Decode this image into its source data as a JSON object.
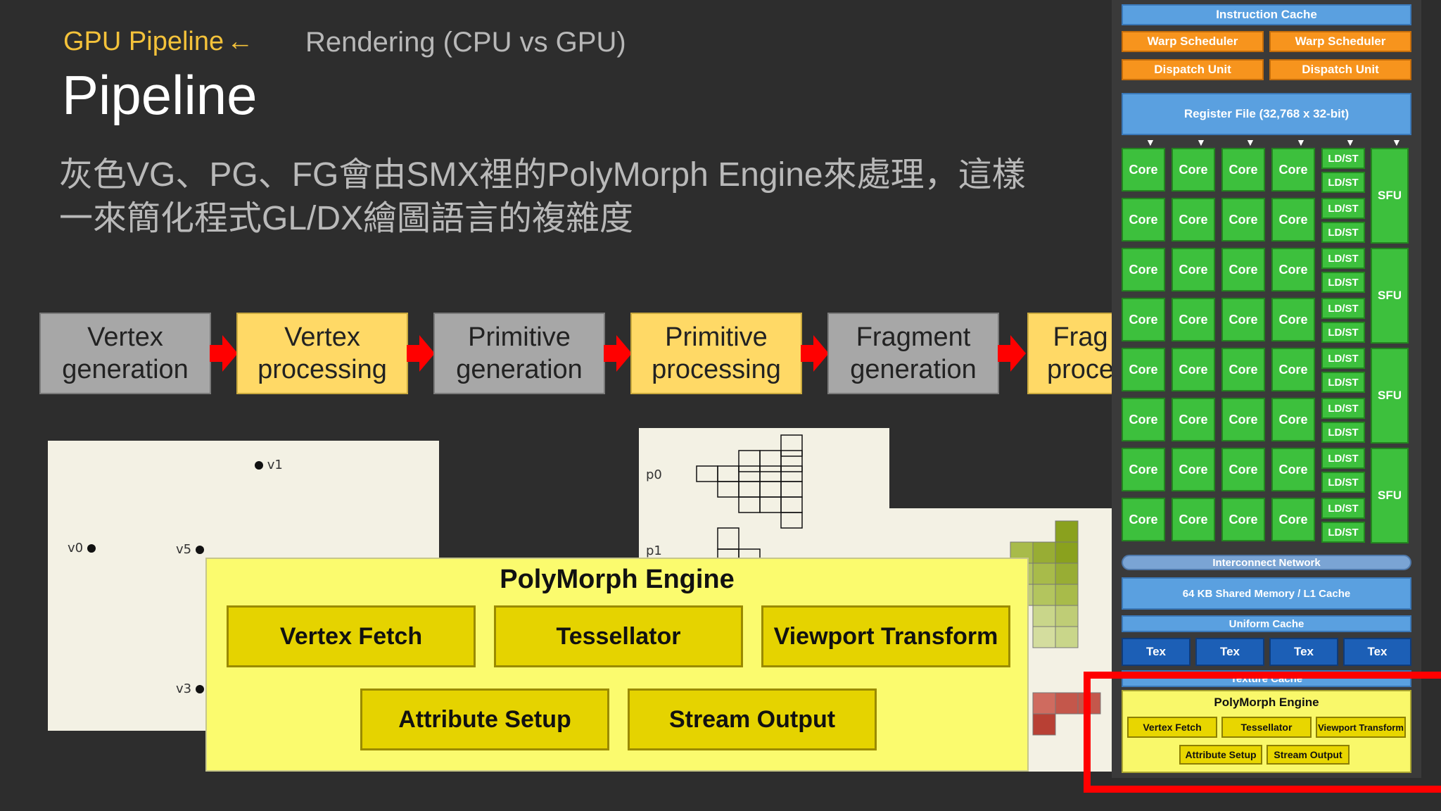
{
  "header": {
    "kicker": "GPU Pipeline",
    "kicker_arrow": "←",
    "subtitle": "Rendering (CPU vs GPU)",
    "title": "Pipeline"
  },
  "description": {
    "line1": "灰色VG、PG、FG會由SMX裡的PolyMorph Engine來處理，這樣",
    "line2": "一來簡化程式GL/DX繪圖語言的複雜度"
  },
  "pipeline": [
    {
      "line1": "Vertex",
      "line2": "generation",
      "style": "gray"
    },
    {
      "line1": "Vertex",
      "line2": "processing",
      "style": "yellow"
    },
    {
      "line1": "Primitive",
      "line2": "generation",
      "style": "gray"
    },
    {
      "line1": "Primitive",
      "line2": "processing",
      "style": "yellow"
    },
    {
      "line1": "Fragment",
      "line2": "generation",
      "style": "gray"
    },
    {
      "line1": "Frag",
      "line2": "proce",
      "style": "yellow"
    }
  ],
  "vertex_panel": {
    "v1": "v1",
    "v0": "v0",
    "v5": "v5",
    "v3": "v3"
  },
  "pixel_panel": {
    "p0": "p0",
    "p1": "p1"
  },
  "polymorph": {
    "title": "PolyMorph Engine",
    "vertex_fetch": "Vertex Fetch",
    "tessellator": "Tessellator",
    "viewport_transform": "Viewport Transform",
    "attribute_setup": "Attribute Setup",
    "stream_output": "Stream Output"
  },
  "smx": {
    "instruction_cache": "Instruction Cache",
    "warp_scheduler_1": "Warp Scheduler",
    "warp_scheduler_2": "Warp Scheduler",
    "dispatch_unit_1": "Dispatch Unit",
    "dispatch_unit_2": "Dispatch Unit",
    "register_file": "Register File (32,768 x 32-bit)",
    "core_label": "Core",
    "ldst_label": "LD/ST",
    "sfu_label": "SFU",
    "interconnect": "Interconnect Network",
    "shared_memory": "64 KB Shared Memory / L1 Cache",
    "uniform_cache": "Uniform Cache",
    "tex": [
      "Tex",
      "Tex",
      "Tex",
      "Tex"
    ],
    "texture_cache": "Texture Cache",
    "pm_title": "PolyMorph Engine",
    "pm_vertex_fetch": "Vertex Fetch",
    "pm_tessellator": "Tessellator",
    "pm_viewport": "Viewport Transform",
    "pm_attribute": "Attribute Setup",
    "pm_stream": "Stream Output"
  },
  "colors": {
    "background": "#2d2d2d",
    "accent": "#f4c23a",
    "arrow_red": "#ff0000",
    "highlight_frame": "#ff0000"
  }
}
